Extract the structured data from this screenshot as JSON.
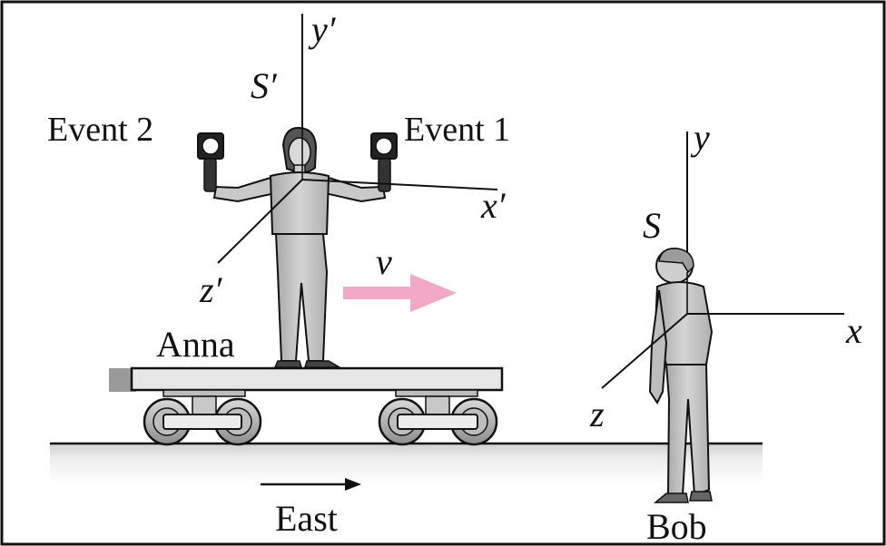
{
  "labels": {
    "event2": "Event 2",
    "event1": "Event 1",
    "s_prime": "S′",
    "y_prime": "y′",
    "x_prime": "x′",
    "z_prime": "z′",
    "velocity": "v",
    "anna": "Anna",
    "s": "S",
    "y": "y",
    "x": "x",
    "z": "z",
    "east": "East",
    "bob": "Bob"
  },
  "colors": {
    "velocity_arrow": "#f2a9c8",
    "figure_fill": "#c9c9c9",
    "figure_shade": "#9a9a9a",
    "platform_fill": "#e6e6e6",
    "ink": "#111111"
  },
  "icons": {
    "flash_lamp": "camera-flash-icon"
  }
}
